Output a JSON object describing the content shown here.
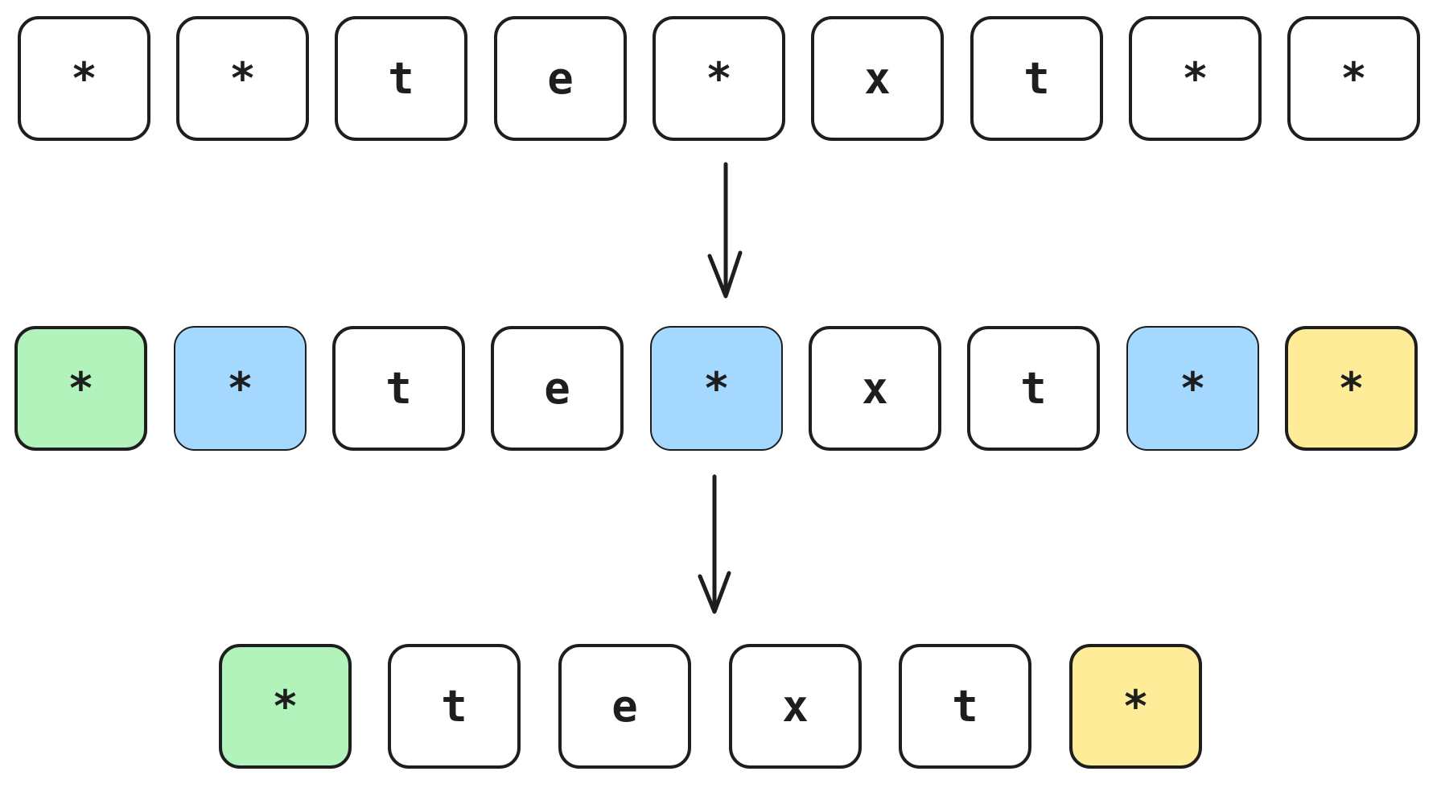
{
  "rows": [
    {
      "cells": [
        {
          "char": "*",
          "fill": "white"
        },
        {
          "char": "*",
          "fill": "white"
        },
        {
          "char": "t",
          "fill": "white"
        },
        {
          "char": "e",
          "fill": "white"
        },
        {
          "char": "*",
          "fill": "white"
        },
        {
          "char": "x",
          "fill": "white"
        },
        {
          "char": "t",
          "fill": "white"
        },
        {
          "char": "*",
          "fill": "white"
        },
        {
          "char": "*",
          "fill": "white"
        }
      ]
    },
    {
      "cells": [
        {
          "char": "*",
          "fill": "green"
        },
        {
          "char": "*",
          "fill": "blue"
        },
        {
          "char": "t",
          "fill": "white"
        },
        {
          "char": "e",
          "fill": "white"
        },
        {
          "char": "*",
          "fill": "blue"
        },
        {
          "char": "x",
          "fill": "white"
        },
        {
          "char": "t",
          "fill": "white"
        },
        {
          "char": "*",
          "fill": "blue"
        },
        {
          "char": "*",
          "fill": "yellow"
        }
      ]
    },
    {
      "cells": [
        {
          "char": "*",
          "fill": "green"
        },
        {
          "char": "t",
          "fill": "white"
        },
        {
          "char": "e",
          "fill": "white"
        },
        {
          "char": "x",
          "fill": "white"
        },
        {
          "char": "t",
          "fill": "white"
        },
        {
          "char": "*",
          "fill": "yellow"
        }
      ]
    }
  ],
  "colors": {
    "stroke": "#1e1e1e",
    "green": "#b2f2bb",
    "blue": "#a5d8ff",
    "yellow": "#ffec99",
    "white": "#ffffff"
  },
  "arrows": [
    {
      "from_row": 0,
      "to_row": 1,
      "direction": "down",
      "icon": "arrow-down-icon"
    },
    {
      "from_row": 1,
      "to_row": 2,
      "direction": "down",
      "icon": "arrow-down-icon"
    }
  ]
}
